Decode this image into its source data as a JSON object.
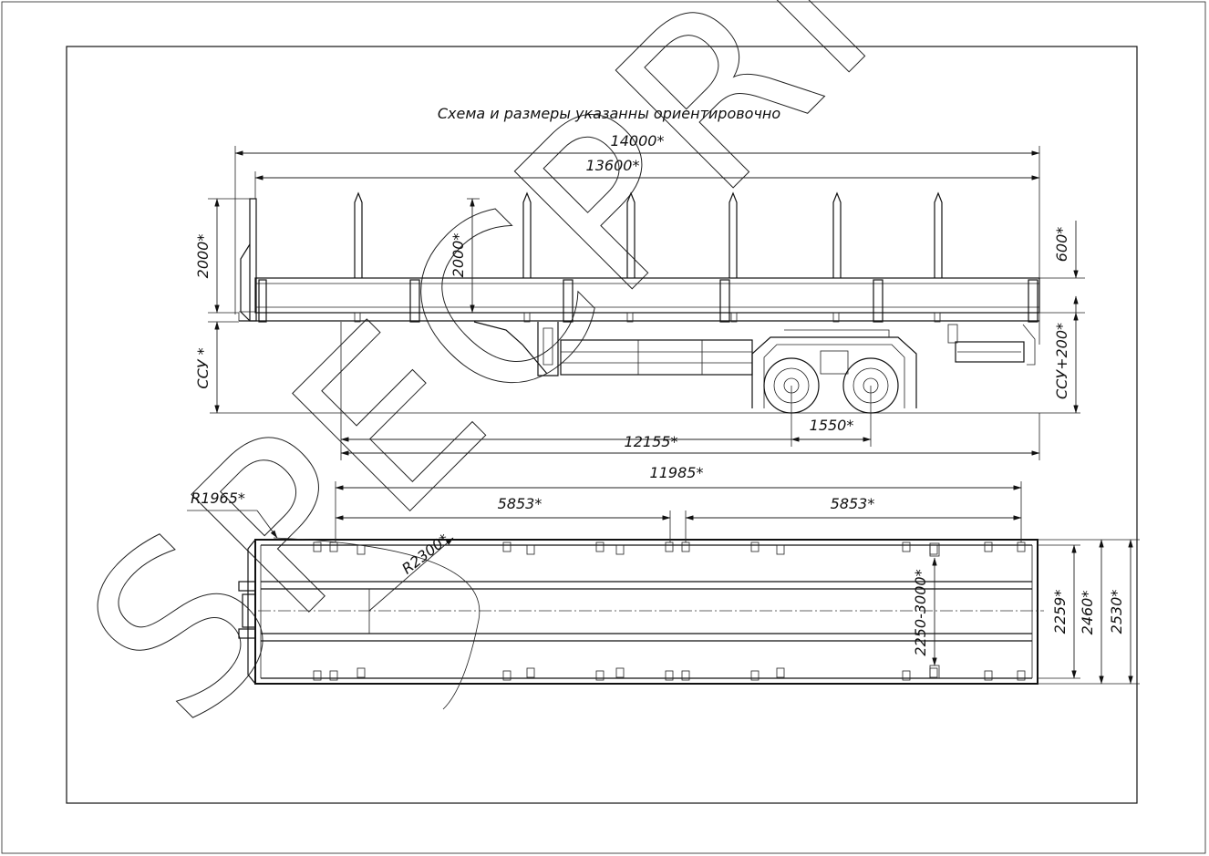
{
  "title": "Схема и размеры указанны ориентировочно",
  "watermark": "SPECPRICEP",
  "side_view": {
    "length_overall": "14000*",
    "length_platform": "13600*",
    "height_left": "2000*",
    "height_stake": "2000*",
    "height_board": "600*",
    "fifth_wheel": "ССУ *",
    "fifth_wheel_plus": "ССУ+200*",
    "axle_spacing": "1550*",
    "kingpin_to_axle": "12155*",
    "wheelbase_total": "11985*"
  },
  "top_view": {
    "radius_front": "R1965*",
    "radius_swing": "R2300*",
    "stake_spacing_left": "5853*",
    "stake_spacing_right": "5853*",
    "stake_range": "2250-3000*",
    "inner_width": "2259*",
    "deck_width": "2460*",
    "overall_width": "2530*"
  }
}
